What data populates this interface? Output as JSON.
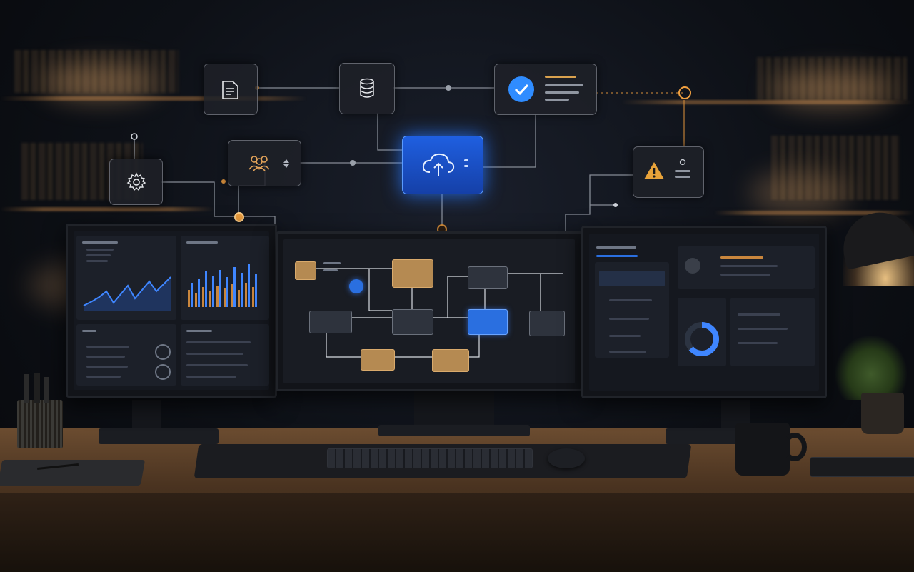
{
  "scene": {
    "description_free": true,
    "accent_colors": {
      "blue": "#2a6fe0",
      "gold": "#b58a52",
      "orange_dot": "#f0a040",
      "warning": "#e8a33a",
      "check": "#2f8cff"
    }
  },
  "workflow_nodes": [
    {
      "name": "document-node",
      "icon": "document-icon"
    },
    {
      "name": "database-node",
      "icon": "database-icon"
    },
    {
      "name": "approval-node",
      "icon": "checkmark-icon"
    },
    {
      "name": "team-node",
      "icon": "users-icon"
    },
    {
      "name": "cloud-node",
      "icon": "cloud-upload-icon"
    },
    {
      "name": "settings-node",
      "icon": "gear-icon"
    },
    {
      "name": "warning-node",
      "icon": "warning-icon"
    }
  ],
  "monitors": {
    "left": {
      "widgets": [
        "line-chart",
        "bar-chart",
        "list",
        "gauge"
      ]
    },
    "center": {
      "widgets": [
        "flow-diagram"
      ]
    },
    "right": {
      "widgets": [
        "list",
        "donut-chart",
        "list"
      ]
    }
  },
  "desk_items": [
    "keyboard",
    "mouse",
    "mousepad",
    "coffee-mug",
    "pen-holder",
    "notebook",
    "tablet",
    "desk-lamp",
    "plant"
  ]
}
